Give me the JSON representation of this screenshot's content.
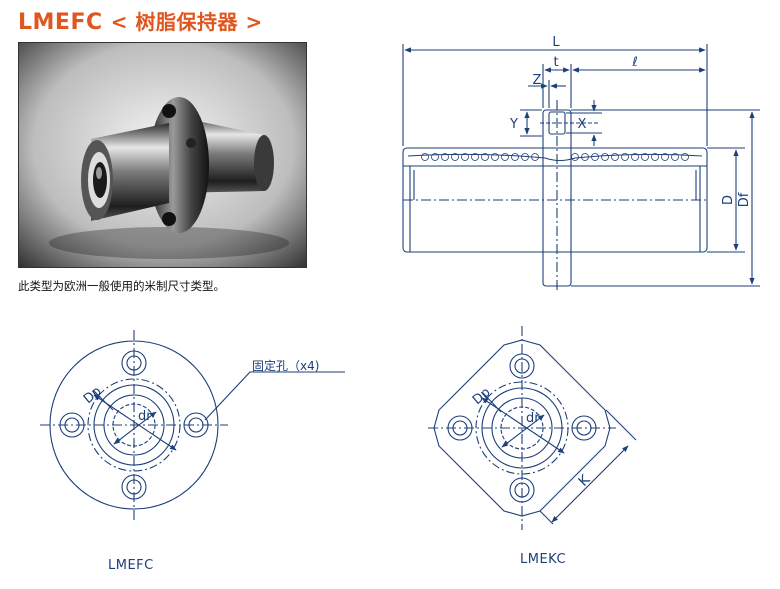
{
  "header": {
    "model": "LMEFC",
    "subtitle": "< 树脂保持器 >"
  },
  "photo": {
    "caption": "此类型为欧洲一般使用的米制尺寸类型。"
  },
  "side_view": {
    "dim_L": "L",
    "dim_t": "t",
    "dim_l": "ℓ",
    "dim_Z": "Z",
    "dim_Y": "Y",
    "dim_X": "X",
    "dim_D": "D",
    "dim_Df": "Df"
  },
  "front_lmefc": {
    "label": "LMEFC",
    "dim_dp": "Dp",
    "dim_dr": "dr",
    "callout": "固定孔（x4)"
  },
  "front_lmekc": {
    "label": "LMEKC",
    "dim_dp": "Dp",
    "dim_dr": "dr",
    "dim_k": "K"
  },
  "colors": {
    "title": "#e0561f",
    "line": "#1d3f7a"
  }
}
